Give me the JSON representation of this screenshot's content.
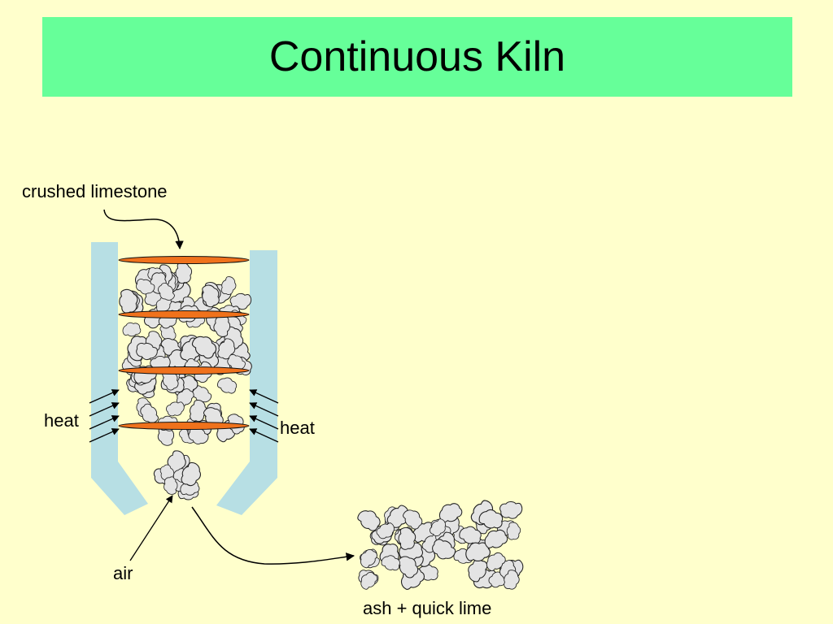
{
  "slide": {
    "title": "Continuous Kiln"
  },
  "labels": {
    "input": "crushed limestone",
    "heat_left": "heat",
    "heat_right": "heat",
    "air": "air",
    "output": "ash + quick lime"
  },
  "colors": {
    "background": "#FFFFCC",
    "title_bar": "#66FF99",
    "kiln_wall": "#B7DFE4",
    "fuel_layer": "#F0721C",
    "stone_fill": "#E4E4E4"
  }
}
